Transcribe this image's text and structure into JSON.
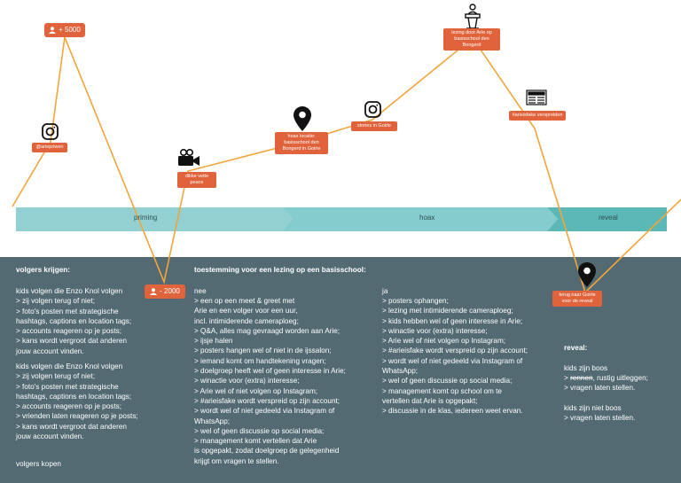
{
  "phases": {
    "priming": "priming",
    "hoax": "hoax",
    "reveal": "reveal"
  },
  "events": {
    "instagram_account": "@ariepriwen",
    "video": "dikke vette peace",
    "hoax_location": "hoax locatie: basisschool den Bongerd in Goirle",
    "stories": "stories in Goirle",
    "lecture": "lezing door Arie op basisschool den Bongerd",
    "newspapers": "#arieisfake verspreiden",
    "reveal_location": "terug naar Goirle voor de reveal"
  },
  "counters": {
    "plus": "+ 5000",
    "minus": "- 2000"
  },
  "followers": {
    "heading": "volgers krijgen:",
    "block1": "kids volgen die Enzo Knol volgen\n> zij volgen terug of niet;\n> foto's posten met strategische\nhashtags, captions en location tags;\n> accounts reageren op je posts;\n> kans wordt vergroot dat anderen\njouw account vinden.",
    "block2": "kids volgen die Enzo Knol volgen\n> zij volgen terug of niet;\n> foto's posten met strategische\nhashtags, captions en location tags;\n> accounts reageren op je posts;\n> vrienden laten reageren op je posts;\n> kans wordt vergroot dat anderen\njouw account vinden.",
    "buy": "volgers kopen"
  },
  "permission": {
    "heading": "toestemming voor een lezing op een basisschool:",
    "no_title": "nee",
    "no": "> een op een meet & greet met\nArie en een volger voor een uur,\nincl. intimiderende cameraploeg;\n> Q&A, alles mag gevraagd worden aan Arie;\n> ijsje halen\n> posters hangen wel of niet in de ijssalon;\n> iemand komt om handtekening vragen;\n> doelgroep heeft wel of geen interesse in Arie;\n> winactie voor (extra) interesse;\n> Arie wel of niet volgen op Instagram;\n> #arieisfake wordt verspreid op zijn account;\n> wordt wel of niet gedeeld via Instagram of\nWhatsApp;\n> wel of geen discussie op social media;\n> management komt vertellen dat Arie\nis opgepakt, zodat doelgroep de gelegenheid\nkrijgt om vragen te stellen.",
    "yes_title": "ja",
    "yes": "> posters ophangen;\n> lezing met intimiderende cameraploeg;\n> kids hebben wel of geen interesse in Arie;\n> winactie voor (extra) interesse;\n> Arie wel of niet volgen op Instagram;\n> #arieisfake wordt verspreid op zijn account;\n> wordt wel of niet gedeeld via Instagram of\nWhatsApp;\n> wel of geen discussie op social media;\n> management komt op school om te\nvertellen dat Arie is opgepakt;\n> discussie in de klas, iedereen weet ervan."
  },
  "reveal": {
    "heading": "reveal:",
    "sad_title": "kids zijn boos",
    "sad_strike": "rennen",
    "sad_line1_rest": ", rustig uitleggen;",
    "sad_line2": "> vragen laten stellen.",
    "notsad_title": "kids zijn niet boos",
    "notsad_line": "> vragen laten stellen."
  },
  "colors": {
    "line": "#f2a53a",
    "label": "#e0633c",
    "bg": "#536a73",
    "teal1": "#92d0d2",
    "teal2": "#7dc6c8",
    "teal3": "#5cb8b6"
  }
}
